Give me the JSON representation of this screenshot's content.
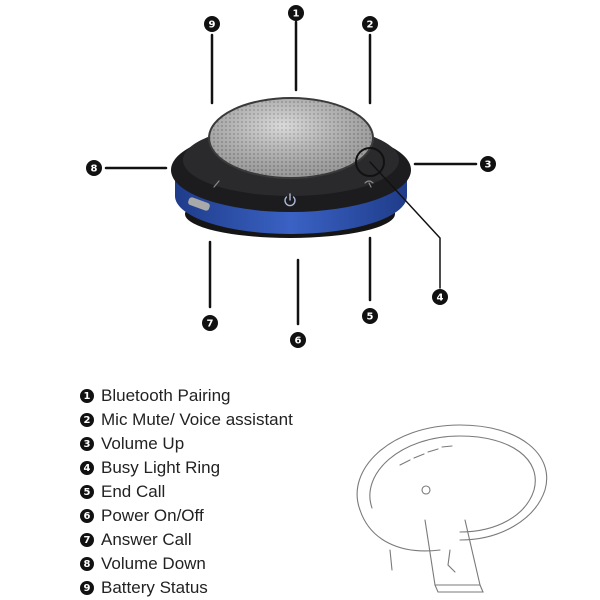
{
  "callouts": [
    {
      "number": "1",
      "label": "Bluetooth Pairing"
    },
    {
      "number": "2",
      "label": "Mic Mute/ Voice assistant"
    },
    {
      "number": "3",
      "label": "Volume Up"
    },
    {
      "number": "4",
      "label": "Busy Light Ring"
    },
    {
      "number": "5",
      "label": "End Call"
    },
    {
      "number": "6",
      "label": "Power On/Off"
    },
    {
      "number": "7",
      "label": "Answer Call"
    },
    {
      "number": "8",
      "label": "Volume Down"
    },
    {
      "number": "9",
      "label": "Battery Status"
    }
  ],
  "colors": {
    "busy_light_ring": "#2c4fa8",
    "speaker_grille": "#c9c9c9",
    "body": "#1c1c1e",
    "callout_badge": "#111111"
  },
  "icons": {
    "power_button": "power-icon",
    "answer_button": "phone-icon",
    "end_button": "phone-hangup-icon"
  }
}
